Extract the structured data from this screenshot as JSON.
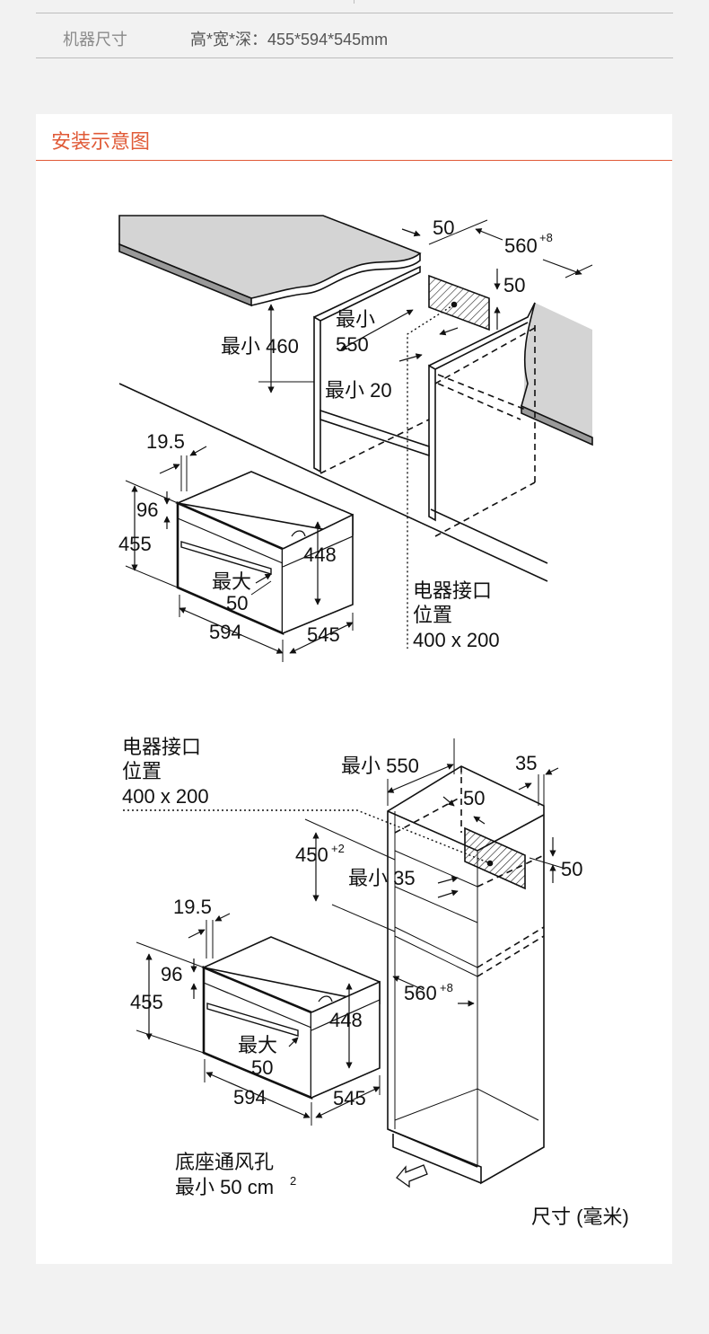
{
  "spec": {
    "label": "机器尺寸",
    "value": "高*宽*深：455*594*545mm"
  },
  "section": {
    "title": "安装示意图"
  },
  "diagram": {
    "top": {
      "dim_50_top": "50",
      "dim_560": "560",
      "dim_560_sup": "+8",
      "dim_50_right": "50",
      "min_460": "最小 460",
      "min_550_a": "最小",
      "min_550_b": "550",
      "min_20": "最小 20",
      "dim_19_5": "19.5",
      "dim_96": "96",
      "dim_455": "455",
      "dim_448": "448",
      "max_a": "最大",
      "max_b": "50",
      "dim_594": "594",
      "dim_545": "545",
      "conn_line1": "电器接口",
      "conn_line2": "位置",
      "conn_line3": "400 x 200"
    },
    "bottom": {
      "conn_line1": "电器接口",
      "conn_line2": "位置",
      "conn_line3": "400 x 200",
      "min_550": "最小 550",
      "dim_35": "35",
      "dim_50_a": "50",
      "dim_50_b": "50",
      "dim_450": "450",
      "dim_450_sup": "+2",
      "min_35": "最小 35",
      "dim_19_5": "19.5",
      "dim_96": "96",
      "dim_455": "455",
      "dim_448": "448",
      "max_a": "最大",
      "max_b": "50",
      "dim_560": "560",
      "dim_560_sup": "+8",
      "dim_594": "594",
      "dim_545": "545",
      "vent_line1": "底座通风孔",
      "vent_line2": "最小 50 cm",
      "vent_sup": "2"
    },
    "unit_note": "尺寸 (毫米)"
  }
}
